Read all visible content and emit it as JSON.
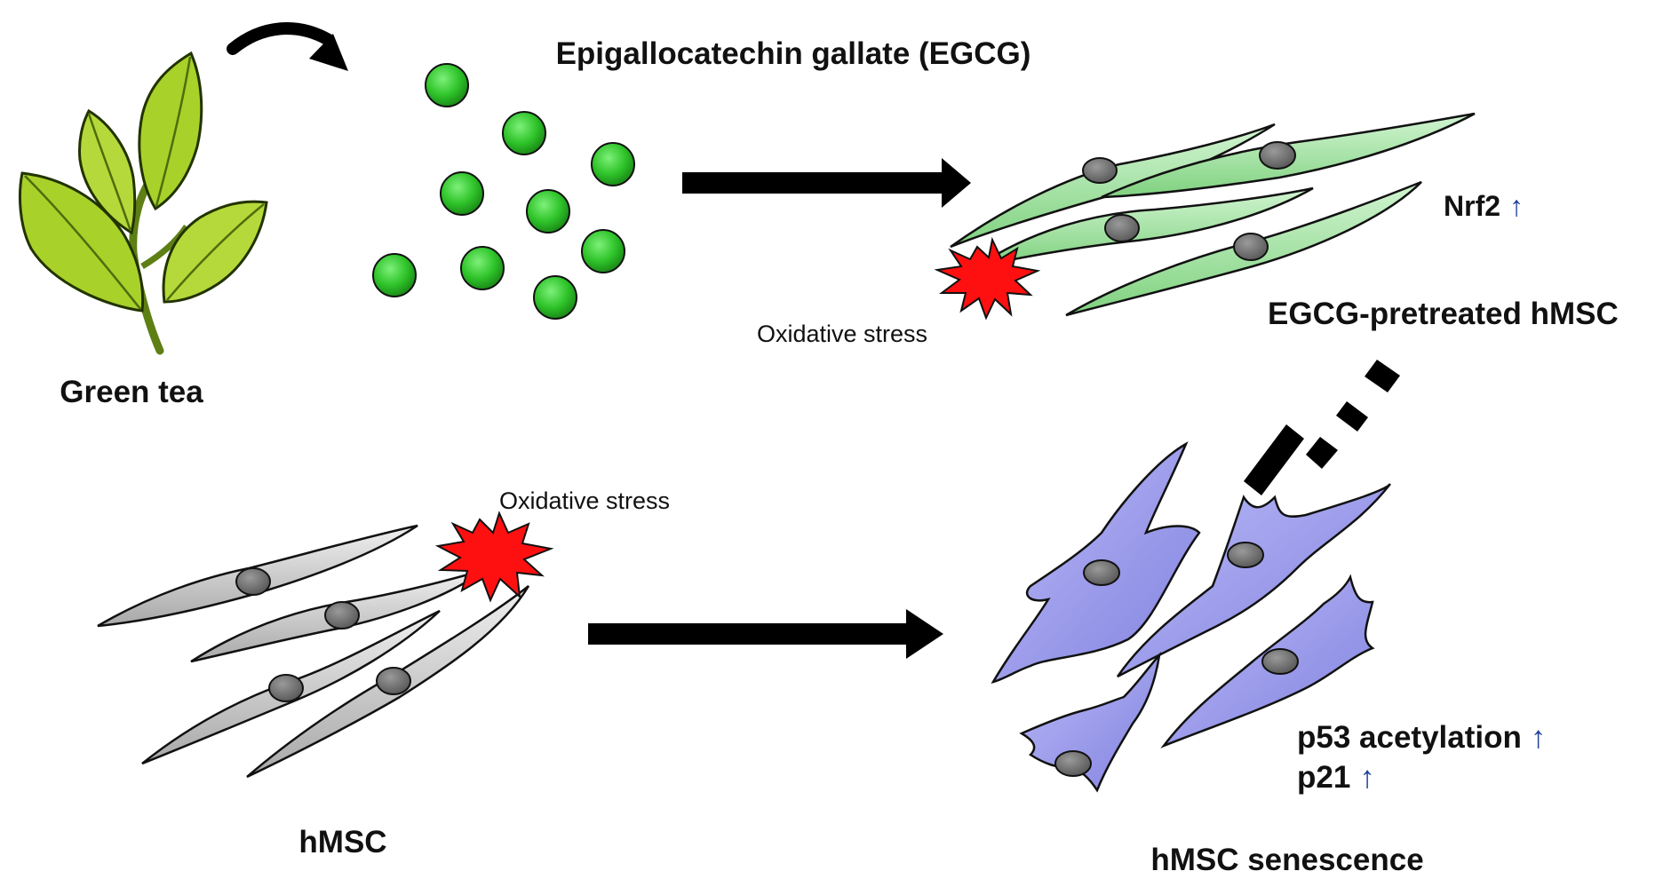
{
  "labels": {
    "green_tea": "Green tea",
    "egcg": "Epigallocatechin gallate (EGCG)",
    "oxidative_stress_top": "Oxidative stress",
    "nrf2": "Nrf2",
    "egcg_pretreated": "EGCG-pretreated hMSC",
    "oxidative_stress_bottom": "Oxidative stress",
    "hmsc": "hMSC",
    "p53": "p53 acetylation",
    "p21": "p21",
    "hmsc_senescence": "hMSC senescence",
    "up_arrow": "↑"
  },
  "colors": {
    "leaf": "#a8d12a",
    "leaf_dark": "#6f9a14",
    "egcg_dot": "#2fc42a",
    "pretreated_cell": "#a9e6a9",
    "hmsc_cell": "#c8c8c8",
    "senescent_cell": "#9b9bf0",
    "stress_burst": "#ff1010",
    "arrow": "#000000",
    "up_arrow": "#1f3f9a"
  },
  "icons": [
    "green-tea-leaf-icon",
    "curved-arrow-icon",
    "egcg-molecule-icon",
    "oxidative-stress-burst-icon",
    "inhibition-bar-icon"
  ]
}
